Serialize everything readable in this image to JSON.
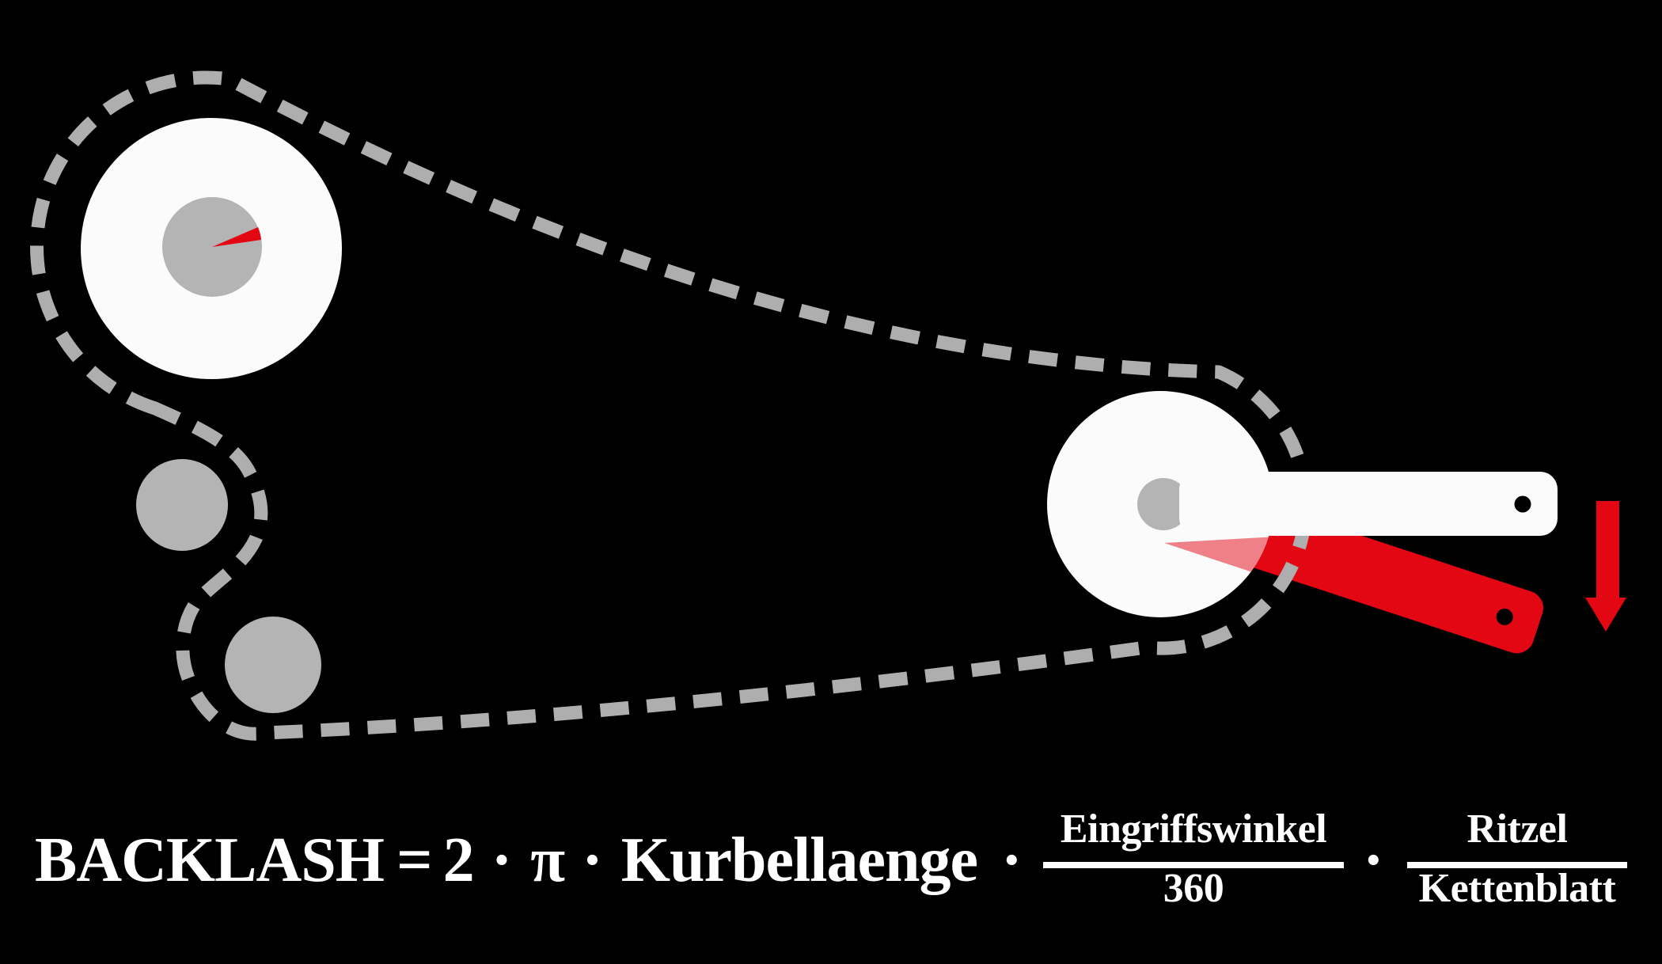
{
  "colors": {
    "background": "#000000",
    "shape_white": "#fbfbfb",
    "gray": "#b4b4b4",
    "chain": "#aeaeae",
    "red": "#e30613",
    "red_translucent": "rgba(227,6,19,0.5)",
    "text": "#ffffff"
  },
  "formula": {
    "lhs": "BACKLASH",
    "equals": "=",
    "factor_2": "2",
    "dot": "·",
    "pi": "π",
    "kurbellaenge": "Kurbellaenge",
    "fraction1": {
      "numerator": "Eingriffswinkel",
      "denominator": "360"
    },
    "fraction2": {
      "numerator": "Ritzel",
      "denominator": "Kettenblatt"
    }
  }
}
